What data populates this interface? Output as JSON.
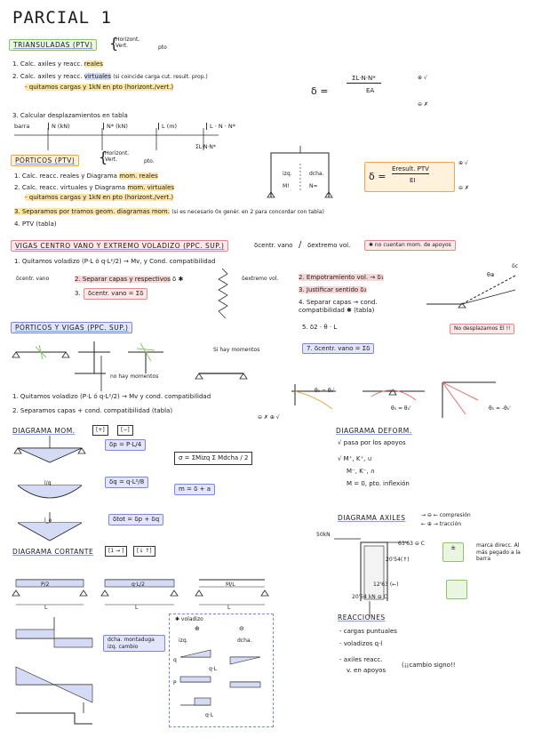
{
  "title": "PARCIAL 1",
  "s1": {
    "heading": "TRIANSULADAS (PTV)",
    "brace_top": "Horizont.",
    "brace_bottom": "Vert.",
    "brace_suffix": "pto",
    "l1": "1. Calc. axiles y reacc.",
    "l1_hl": "reales",
    "l2": "2. Calc. axiles y reacc.",
    "l2_hl": "virtuales",
    "l2_note": "(si coincide carga cut. result. prop.)",
    "l2b": "- quitamos cargas y 1kN en pto (horizont./vert.)",
    "formula_lhs": "δ =",
    "formula_num": "ΣL·N·N*",
    "formula_den": "EA",
    "sign_plus": "⊕ √",
    "sign_minus": "⊖ ✗",
    "l3": "3. Calcular desplazamientos en tabla",
    "table_head": [
      "barra",
      "N (kN)",
      "N* (kN)",
      "L (m)",
      "L · N · N*"
    ],
    "table_sum": "ΣL·N·N*"
  },
  "s2": {
    "heading": "PÓRTICOS (PTV)",
    "brace_top": "Horizont.",
    "brace_bottom": "Vert.",
    "brace_suffix": "pto.",
    "l1": "1. Calc. reacc. reales y Diagrama",
    "l1_hl": "mom. reales",
    "l2": "2. Calc. reacc. virtuales y Diagrama",
    "l2_hl": "mom. virtuales",
    "l2b": "- quitamos cargas y 1kN en pto (horizont./vert.)",
    "l3_hl": "3. Separamos por tramos geom. diagramas mom.",
    "l3_note": "(si es necesario 0x genér. en 2 para concordar con tabla)",
    "l4": "4. PTV (tabla)",
    "diag_izq": "izq.",
    "diag_dcha": "dcha.",
    "diag_m": "M!",
    "diag_n": "N=",
    "formula_lhs": "δ =",
    "formula_num": "Eresult. PTV",
    "formula_den": "EI",
    "sign_plus": "⊕ √",
    "sign_minus": "⊖ ✗"
  },
  "s3": {
    "heading": "VIGAS CENTRO VANO Y EXTREMO VOLADIZO (PPC. SUP.)",
    "brace1": "δcentr. vano",
    "slash": "/",
    "brace2": "δextremo vol.",
    "note": "✱ no cuentan mom. de apoyos",
    "l1": "1. Quitamos voladizo (P·L ó q·L²/2) → Mv, y Cond. compatibilidad",
    "left_label": "δcentr. vano",
    "step2": "2. Separar capas y respectivos",
    "step2_sign": "δ ✱",
    "step3": "3.",
    "step3_f": "δcentr. vano = Σδ",
    "right_label": "δextremo vol.",
    "r2": "2. Empotramiento vol. → δ₁",
    "r3": "3. Justificar sentido δ₂",
    "r4": "4. Separar capas → cond. compatibilidad ✱ (tabla)",
    "r5": "5. δ2 · θ · L",
    "r7": "7. δcentr. vano = Σδ",
    "r_note": "No desplazamos El !!",
    "theta": "θ⊕",
    "delta_c": "δc"
  },
  "s4": {
    "heading": "PÓRTICOS Y VIGAS (PPC. SUP.)",
    "note_hay": "Si hay momentos",
    "note_no": "no hay momentos",
    "l1": "1. Quitamos voladizo (P·L ó q·L²/2) → Mv y cond. compatibilidad",
    "l2": "2. Separamos capas + cond. compatibilidad (tabla)",
    "sign": "⊖ ✗   ⊕ √",
    "g0": "θ₀ = θ₀'",
    "g1": "θ₀ = θ₀'",
    "g2": "θ₀ = -θ₀'"
  },
  "s5": {
    "heading": "DIAGRAMA MOM.",
    "tag1": "[+]",
    "tag2": "[−]",
    "f1": "δp = P·L/4",
    "f2": "δq = q·L²/8",
    "f3": "δtot = δp + δq",
    "mid": "σ = ΣMizq Σ Mdcha / 2",
    "mid2": "m = δ + a",
    "l_sq": "l/q",
    "l_t": "l_o"
  },
  "s6": {
    "heading": "DIAGRAMA DEFORM.",
    "l1": "√ pasa por los apoyos",
    "l2": "√ M⁺, K⁺, ∪",
    "l3": "M⁻, K⁻, ∩",
    "l4": "M = 0, pto. inflexión"
  },
  "s7": {
    "heading": "DIAGRAMA AXILES",
    "plus": "→ ⊖ ← compresión",
    "minus": "← ⊕ → tracción",
    "val1": "63'63 ⊖ C",
    "val2": "20'54(↑)",
    "val3": "12'63 (←)",
    "val4": "20'54 kN ⊖ C",
    "load": "50kN",
    "note1": "marca direcc. Al más pegado a la barra",
    "plus_sym": "±"
  },
  "s8": {
    "heading": "DIAGRAMA CORTANTE",
    "tag1": "[1 → ]",
    "tag2": "[↓ ↑]",
    "v1": "P/2",
    "v2": "q·L/2",
    "v3": "M/L",
    "note": "dcha. montaduga izq. cambio",
    "L": "L"
  },
  "s9": {
    "title": "✱ voladizo",
    "plus": "⊕",
    "minus": "⊖",
    "izq": "izq.",
    "dcha": "dcha.",
    "ql": "q·L",
    "ql2": "q·L",
    "p": "P",
    "q": "q"
  },
  "s10": {
    "heading": "REACCIONES",
    "l1": "- cargas puntuales",
    "l2": "- voladizos q·l",
    "l3": "- axiles reacc.",
    "l3b": "v. en apoyos",
    "l3c": "(¡¡cambio signo!!"
  }
}
